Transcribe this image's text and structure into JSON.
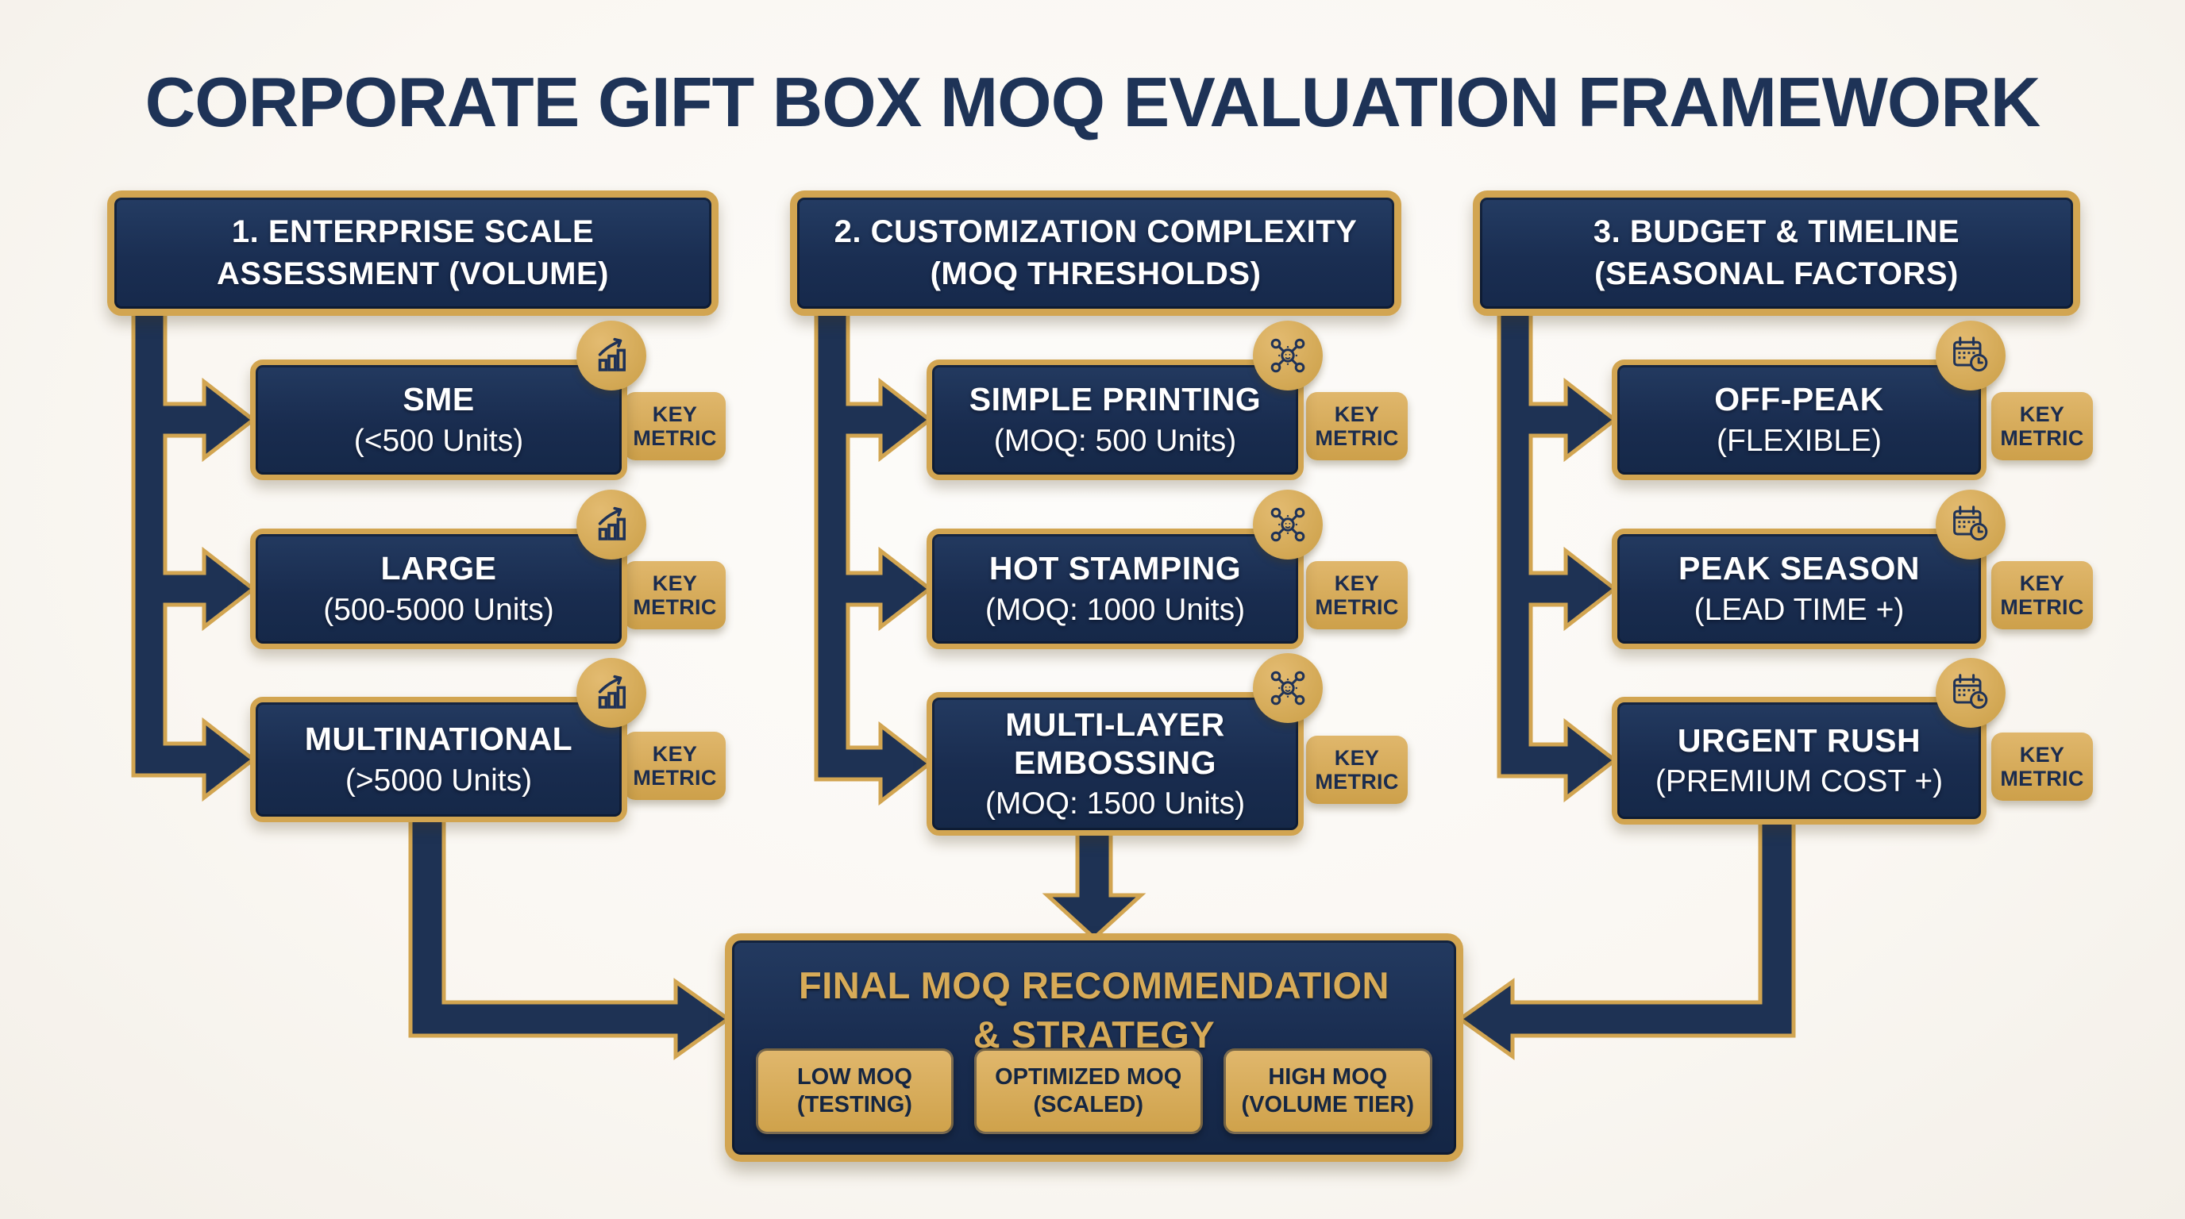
{
  "title": "CORPORATE GIFT BOX MOQ EVALUATION FRAMEWORK",
  "key_metric": {
    "line1": "KEY",
    "line2": "METRIC"
  },
  "columns": [
    {
      "header_line1": "1. ENTERPRISE SCALE",
      "header_line2": "ASSESSMENT (VOLUME)",
      "icon": "growth-chart-icon",
      "items": [
        {
          "name": "SME",
          "detail": "(<500 Units)"
        },
        {
          "name": "LARGE",
          "detail": "(500-5000 Units)"
        },
        {
          "name": "MULTINATIONAL",
          "detail": "(>5000 Units)"
        }
      ]
    },
    {
      "header_line1": "2. CUSTOMIZATION COMPLEXITY",
      "header_line2": "(MOQ THRESHOLDS)",
      "icon": "network-nodes-icon",
      "items": [
        {
          "name": "SIMPLE PRINTING",
          "detail": "(MOQ: 500 Units)"
        },
        {
          "name": "HOT STAMPING",
          "detail": "(MOQ: 1000 Units)"
        },
        {
          "name": "MULTI-LAYER EMBOSSING",
          "detail": "(MOQ: 1500 Units)"
        }
      ]
    },
    {
      "header_line1": "3. BUDGET & TIMELINE",
      "header_line2": "(SEASONAL FACTORS)",
      "icon": "calendar-clock-icon",
      "items": [
        {
          "name": "OFF-PEAK",
          "detail": "(FLEXIBLE)"
        },
        {
          "name": "PEAK SEASON",
          "detail": "(LEAD TIME +)"
        },
        {
          "name": "URGENT RUSH",
          "detail": "(PREMIUM COST +)"
        }
      ]
    }
  ],
  "final": {
    "title_line1": "FINAL MOQ RECOMMENDATION",
    "title_line2": "& STRATEGY",
    "options": [
      {
        "line1": "LOW MOQ",
        "line2": "(TESTING)"
      },
      {
        "line1": "OPTIMIZED MOQ",
        "line2": "(SCALED)"
      },
      {
        "line1": "HIGH MOQ",
        "line2": "(VOLUME TIER)"
      }
    ]
  },
  "colors": {
    "navy": "#1e3254",
    "gold": "#d2a551",
    "background": "#faf7f2",
    "title_text": "#1e3357",
    "box_text": "#ffffff",
    "final_title_gold": "#d7ab58"
  }
}
